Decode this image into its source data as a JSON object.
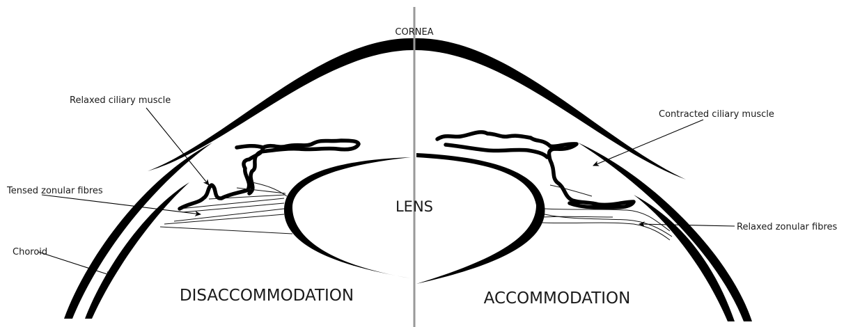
{
  "labels": {
    "cornea": "CORNEA",
    "lens": "LENS",
    "relaxed_ciliary_muscle": "Relaxed ciliary muscle",
    "contracted_ciliary_muscle": "Contracted ciliary muscle",
    "tensed_zonular_fibres": "Tensed zonular fibres",
    "relaxed_zonular_fibres": "Relaxed zonular fibres",
    "choroid": "Choroid",
    "disaccommodation": "DISACCOMMODATION",
    "accommodation": "ACCOMMODATION"
  },
  "colors": {
    "ink": "#000000",
    "divider": "#999999",
    "background": "#ffffff"
  }
}
